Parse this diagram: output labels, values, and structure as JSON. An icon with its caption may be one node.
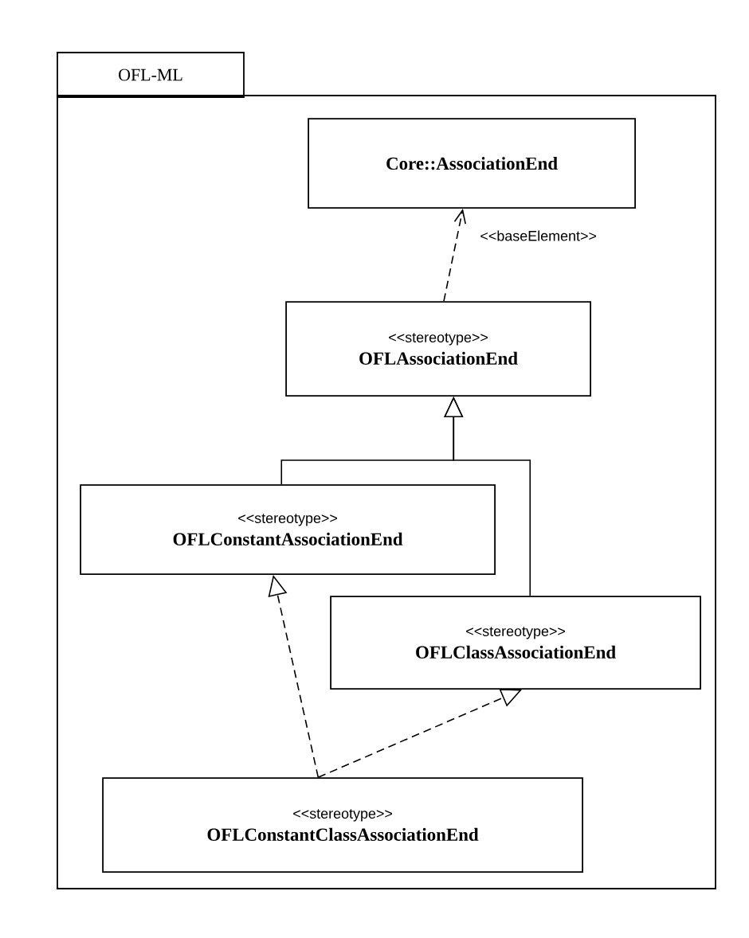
{
  "diagram": {
    "nodes": [
      {
        "text": [
          "OFL-ML"
        ]
      },
      {
        "text": [
          "Core::AssociationEnd"
        ],
        "in": 0
      },
      {
        "text": [
          "<<stereotype>>",
          "OFLAssociationEnd"
        ],
        "in": 0
      },
      {
        "text": [
          "<<stereotype>>",
          "OFLConstantAssociationEnd"
        ],
        "in": 0
      },
      {
        "text": [
          "<<stereotype>>",
          "OFLClassAssociationEnd"
        ],
        "in": 0
      },
      {
        "text": [
          "<<stereotype>>",
          "OFLConstantClassAssociationEnd"
        ],
        "in": 0
      }
    ],
    "edges": [
      {
        "from": 2,
        "to": 1,
        "arrow": "to",
        "style": "dashed",
        "label": "<<baseElement>>"
      },
      {
        "from": 3,
        "to": 2,
        "arrow": "to"
      },
      {
        "from": 4,
        "to": 2,
        "arrow": "to"
      },
      {
        "from": 5,
        "to": 3,
        "arrow": "to",
        "style": "dashed"
      },
      {
        "from": 5,
        "to": 4,
        "arrow": "to",
        "style": "dashed"
      }
    ]
  }
}
